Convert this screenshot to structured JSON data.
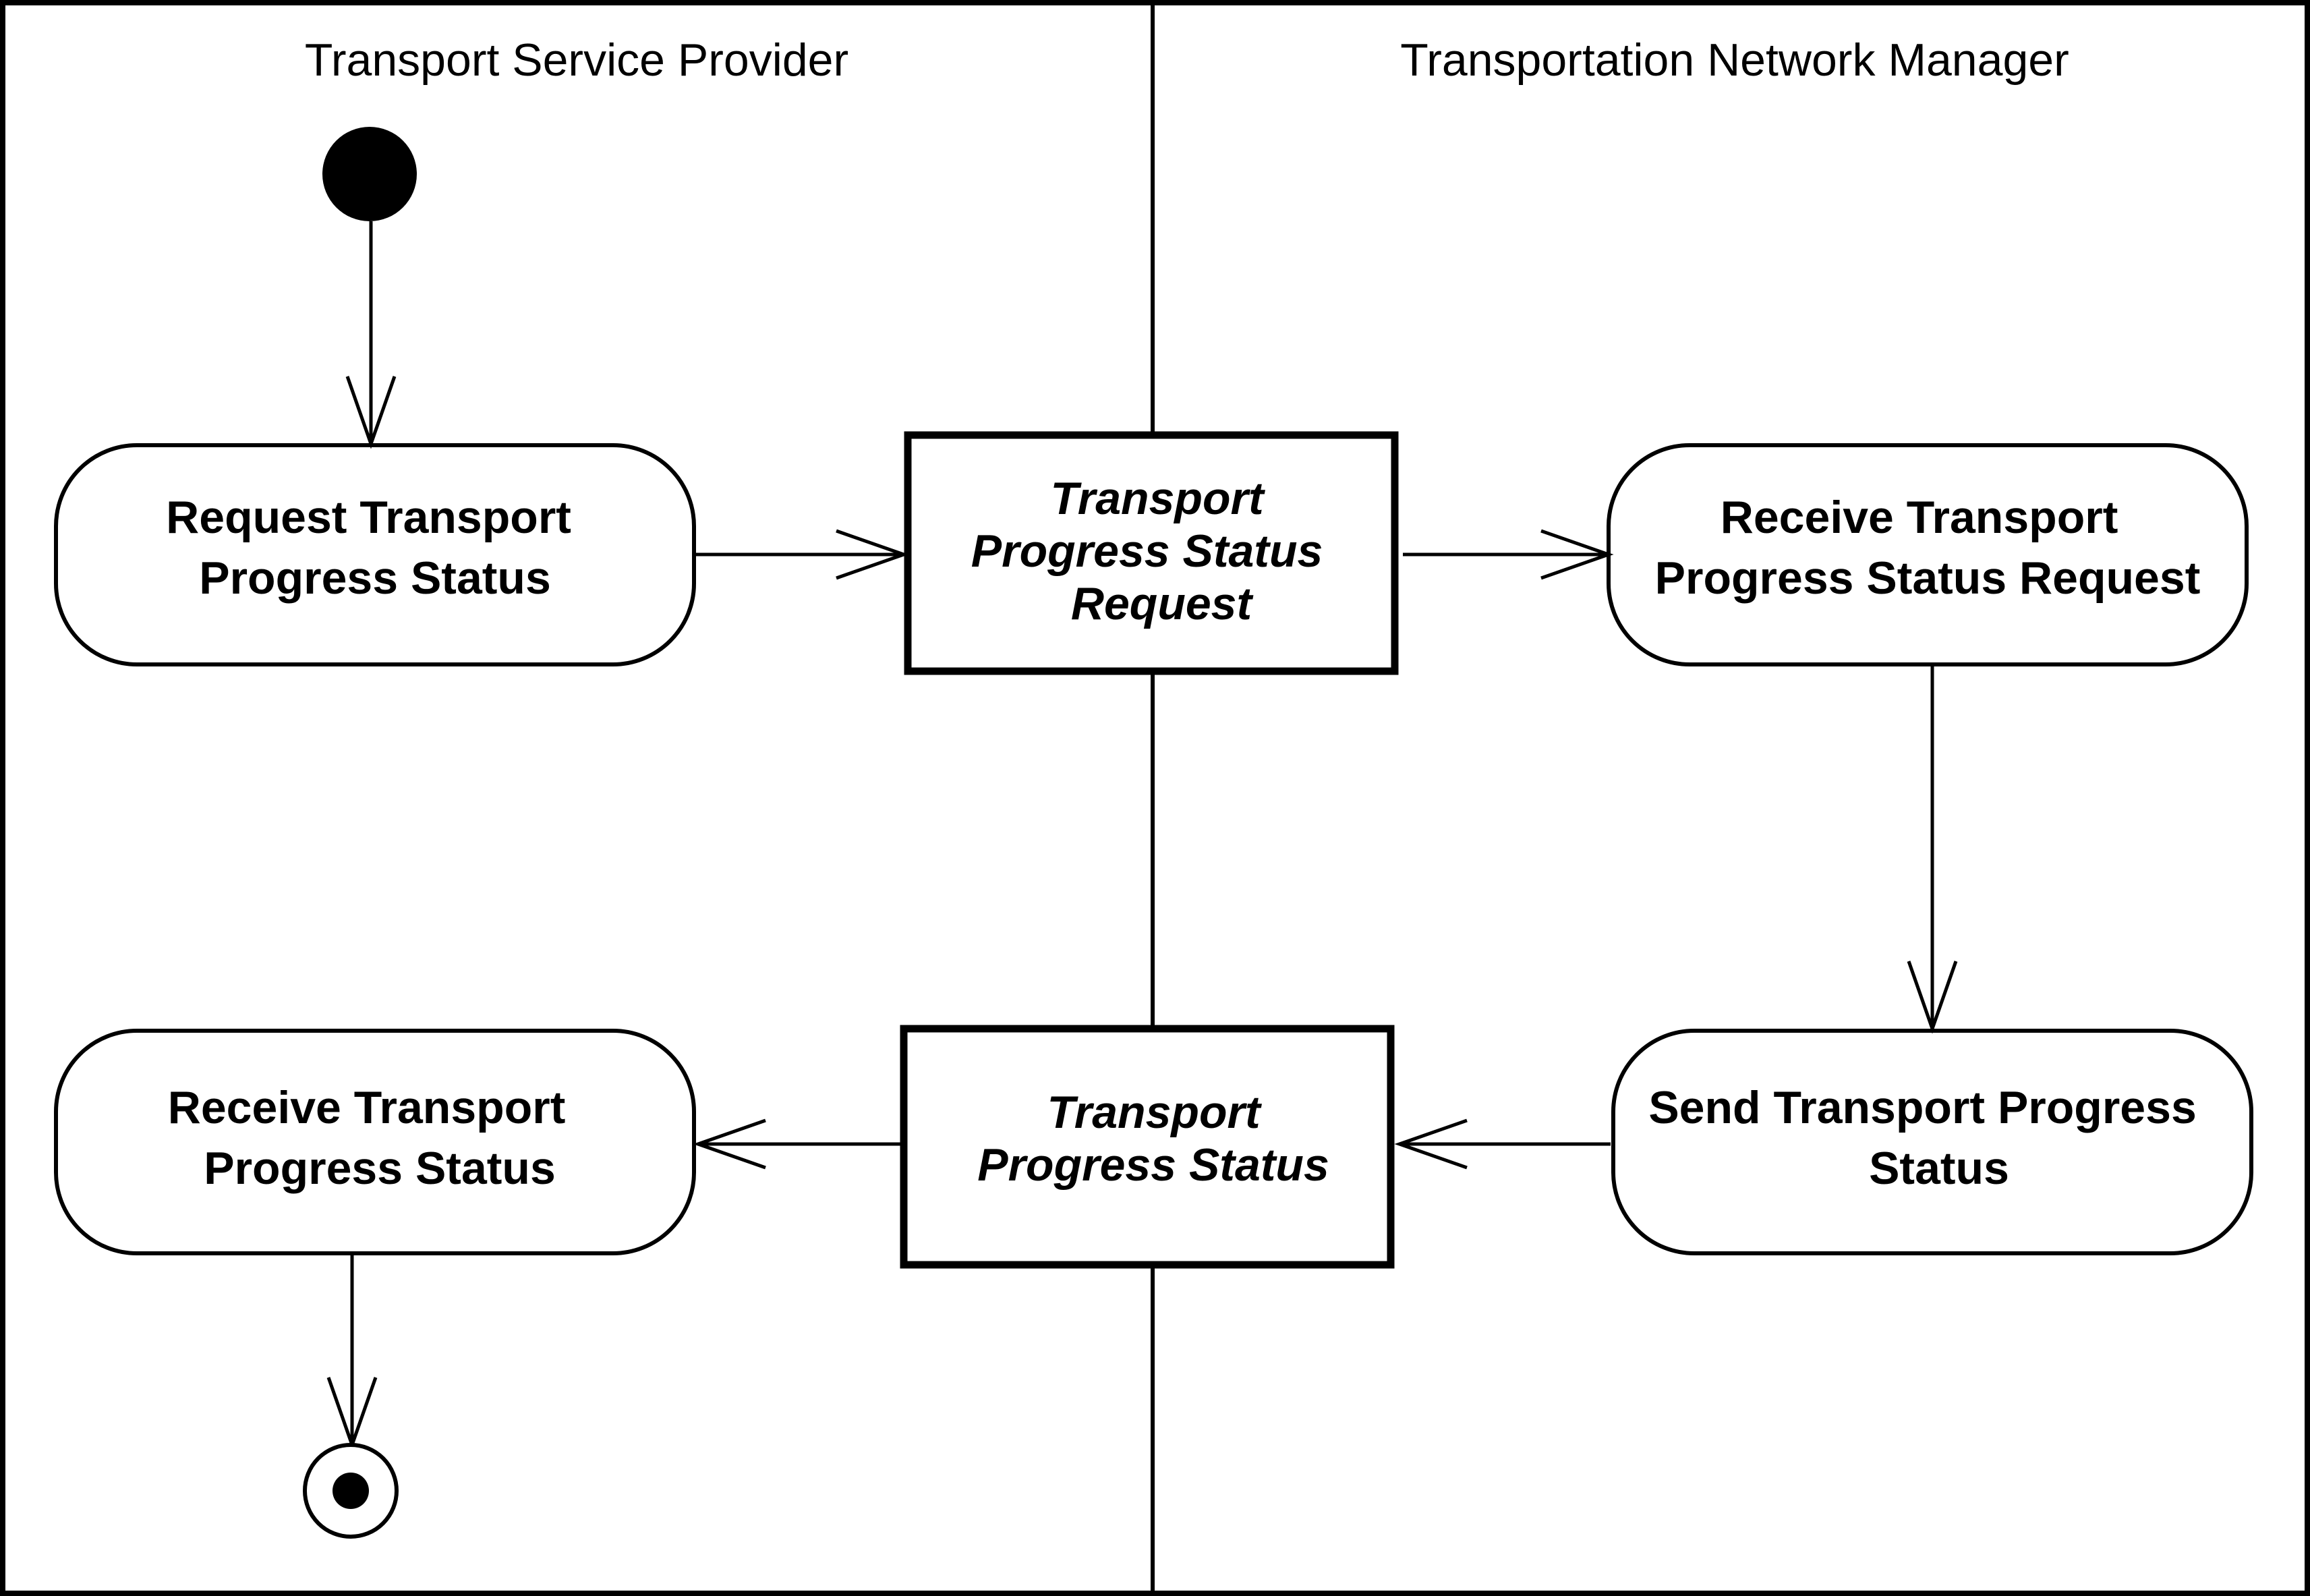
{
  "swimlanes": {
    "left_title": "Transport Service Provider",
    "right_title": "Transportation Network Manager"
  },
  "actions": {
    "request_status": [
      "Request Transport",
      "Progress Status"
    ],
    "receive_request": [
      "Receive Transport",
      "Progress Status Request"
    ],
    "send_status": [
      "Send Transport Progress",
      "Status"
    ],
    "receive_status": [
      "Receive Transport",
      "Progress Status"
    ]
  },
  "objects": {
    "status_request": [
      "Transport",
      "Progress Status",
      "Request"
    ],
    "status": [
      "Transport",
      "Progress Status"
    ]
  },
  "colors": {
    "stroke": "#000000",
    "background": "#ffffff"
  }
}
